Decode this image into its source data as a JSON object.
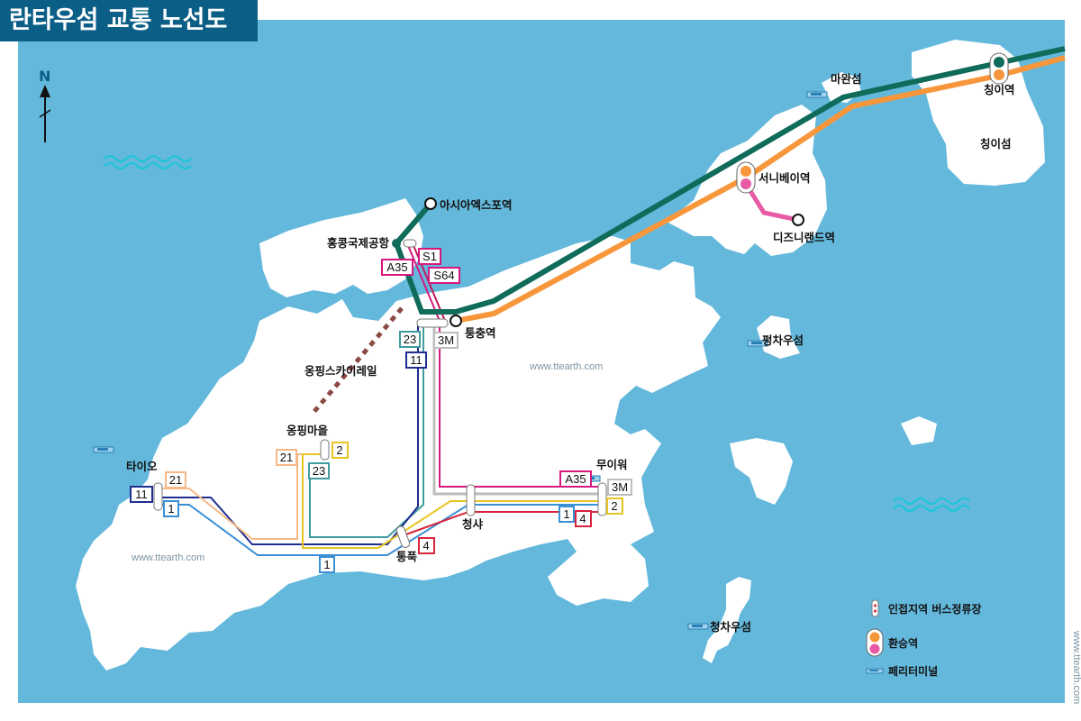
{
  "title": "란타우섬 교통 노선도",
  "compass": "N",
  "colors": {
    "sea": "#64b8dc",
    "land": "#ffffff",
    "mtr_tung_chung": "#0f6b5a",
    "mtr_airport": "#f7963a",
    "disney_line": "#e75aa6",
    "cable_car": "#8b4a45",
    "title_bg": "#0b5f86"
  },
  "places": {
    "asia_expo": "아시아엑스포역",
    "airport": "홍콩국제공항",
    "tung_chung": "퉁충역",
    "ngong_ping_cable": "옹핑스카이레일",
    "ngong_ping_village": "옹핑마을",
    "tai_o": "타이오",
    "tong_fuk": "통푹",
    "cheung_sha": "청샤",
    "mui_wo": "무이워",
    "sunny_bay": "서니베이역",
    "disneyland": "디즈니랜드역",
    "ma_wan": "마완섬",
    "tsing_yi_station": "칭이역",
    "tsing_yi_island": "칭이섬",
    "peng_chau": "펑차우섬",
    "cheung_chau": "청차우섬"
  },
  "routes": {
    "s1": "S1",
    "a35_airport": "A35",
    "s64": "S64",
    "r23_tung_chung": "23",
    "r3m_tung_chung": "3M",
    "r11_tung_chung": "11",
    "r21_ngong_ping": "21",
    "r2_ngong_ping": "2",
    "r23_ngong_ping": "23",
    "r21_tai_o": "21",
    "r11_tai_o": "11",
    "r1_tai_o": "1",
    "r1_south": "1",
    "r4_tong_fuk": "4",
    "a35_mui_wo": "A35",
    "r3m_mui_wo": "3M",
    "r1_mui_wo": "1",
    "r4_mui_wo": "4",
    "r2_mui_wo": "2"
  },
  "legend": {
    "bus_stop": "인접지역  버스정류장",
    "interchange": "환승역",
    "ferry": "페리터미널"
  },
  "watermarks": {
    "center": "www.ttearth.com",
    "southwest": "www.ttearth.com",
    "side": "www.ttearth.com"
  }
}
